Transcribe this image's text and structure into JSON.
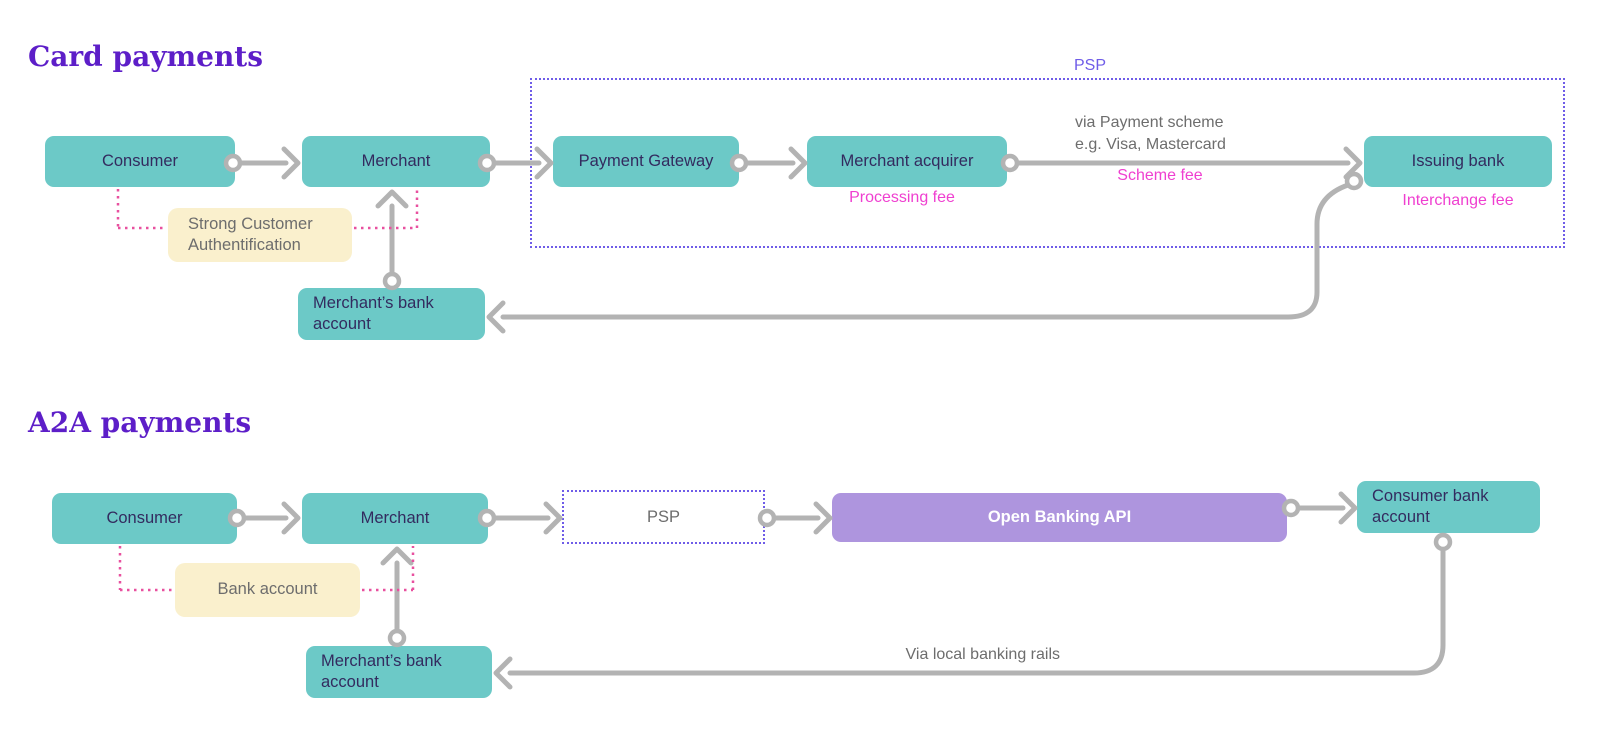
{
  "card": {
    "title": "Card payments",
    "psp_container_label": "PSP",
    "nodes": {
      "consumer": "Consumer",
      "merchant": "Merchant",
      "payment_gateway": "Payment Gateway",
      "merchant_acquirer": "Merchant acquirer",
      "issuing_bank": "Issuing bank",
      "merchant_bank_account": "Merchant’s bank account",
      "strong_customer_auth": "Strong Customer Authentification"
    },
    "labels": {
      "processing_fee": "Processing fee",
      "payment_scheme_note_line1": "via Payment scheme",
      "payment_scheme_note_line2": "e.g. Visa, Mastercard",
      "scheme_fee": "Scheme fee",
      "interchange_fee": "Interchange fee"
    }
  },
  "a2a": {
    "title": "A2A payments",
    "nodes": {
      "consumer": "Consumer",
      "merchant": "Merchant",
      "psp": "PSP",
      "open_banking_api": "Open Banking API",
      "consumer_bank_account": "Consumer bank account",
      "merchant_bank_account": "Merchant’s bank account",
      "bank_account": "Bank account"
    },
    "labels": {
      "local_rails": "Via local banking rails"
    }
  },
  "colors": {
    "node_teal": "#6cc9c7",
    "node_purple": "#ae95de",
    "note_yellow": "#faf0cd",
    "title_purple": "#5d1ec8",
    "psp_dash_purple": "#6f5ce8",
    "fee_magenta": "#ef3fd0",
    "link_pink": "#e8509f",
    "arrow_gray": "#b3b3b3",
    "node_text": "#332b5f",
    "muted_text": "#6d6d6d"
  }
}
